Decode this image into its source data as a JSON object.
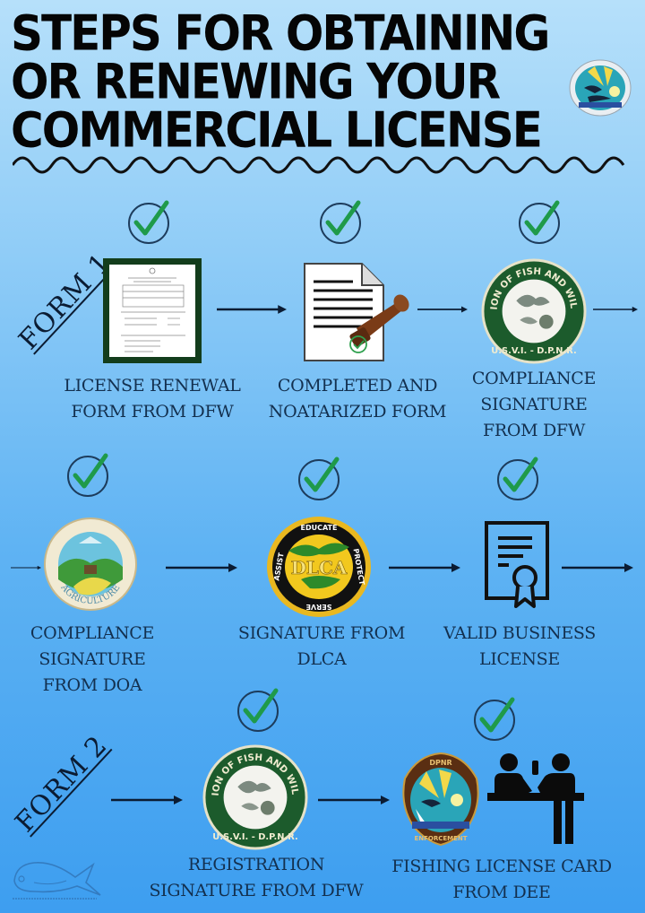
{
  "title": {
    "lines": [
      "STEPS FOR OBTAINING",
      "OR RENEWING YOUR",
      "COMMERCIAL LICENSE"
    ]
  },
  "icons": {
    "top_logo": "dpnr-seal-icon",
    "check": "checkmark-circle-icon",
    "arrow": "right-arrow-icon",
    "footer_logo": "mahi-mahi-fish-logo"
  },
  "colors": {
    "background_top": "#b6e0fa",
    "background_bottom": "#3d9ef0",
    "title": "#050505",
    "label": "#13304f",
    "check_green": "#1f9a4a",
    "check_circle": "#1d3c5c",
    "dfw_green": "#1c5b2c"
  },
  "form_tags": {
    "form1": "FORM 1",
    "form2": "FORM 2"
  },
  "steps": [
    {
      "id": "license-renewal-form",
      "label_lines": [
        "LICENSE RENEWAL",
        "FORM FROM DFW"
      ],
      "icon": "license-form-document-icon",
      "checked": true
    },
    {
      "id": "completed-notarized-form",
      "label_lines": [
        "COMPLETED AND",
        "NOATARIZED FORM"
      ],
      "icon": "notary-stamp-document-icon",
      "checked": true
    },
    {
      "id": "compliance-signature-dfw",
      "label_lines": [
        "COMPLIANCE",
        "SIGNATURE",
        "FROM DFW"
      ],
      "icon": "dfw-seal-icon",
      "checked": true
    },
    {
      "id": "compliance-signature-doa",
      "label_lines": [
        "COMPLIANCE",
        "SIGNATURE",
        "FROM DOA"
      ],
      "icon": "agriculture-seal-icon",
      "checked": true
    },
    {
      "id": "signature-dlca",
      "label_lines": [
        "SIGNATURE FROM",
        "DLCA"
      ],
      "icon": "dlca-seal-icon",
      "checked": true
    },
    {
      "id": "valid-business-license",
      "label_lines": [
        "VALID BUSINESS",
        "LICENSE"
      ],
      "icon": "certificate-icon",
      "checked": true
    },
    {
      "id": "registration-signature-dfw",
      "label_lines": [
        "REGISTRATION",
        "SIGNATURE FROM DFW"
      ],
      "icon": "dfw-seal-icon",
      "checked": true
    },
    {
      "id": "fishing-license-card-dee",
      "label_lines": [
        "FISHING LICENSE CARD",
        "FROM DEE"
      ],
      "icon": "enforcement-badge-and-counter-icon",
      "checked": true
    }
  ],
  "seals": {
    "dfw_ring_top": "DIVISION OF FISH AND WILDLIFE",
    "dfw_ring_bottom": "U.S.V.I. - D.P.N.R.",
    "doa_ring": "AGRICULTURE",
    "dlca_center": "DLCA",
    "dlca_top": "EDUCATE",
    "dlca_right": "PROTECT",
    "dlca_bottom": "SERVE",
    "dlca_left": "ASSIST",
    "dee_top": "DPNR",
    "dee_bottom": "ENFORCEMENT"
  }
}
